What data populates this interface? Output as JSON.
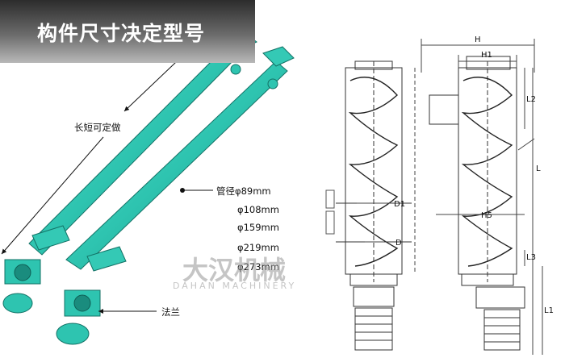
{
  "title": "构件尺寸决定型号",
  "label_length": "长短可定做",
  "label_pipe": "管径φ89mm",
  "sizes": [
    "φ108mm",
    "φ159mm",
    "φ219mm",
    "φ273mm"
  ],
  "label_flange": "法兰",
  "watermark": {
    "cn": "大汉机械",
    "en": "DAHAN MACHINERY"
  },
  "drawing_labels": {
    "H": "H",
    "H1": "H1",
    "D1": "D1",
    "D": "D",
    "H5": "H5",
    "L": "L",
    "L1": "L1",
    "L2": "L2",
    "L3": "L3"
  },
  "colors": {
    "pipe": "#2ec4b0",
    "pipe_dark": "#1a8c7e",
    "line": "#333333"
  }
}
